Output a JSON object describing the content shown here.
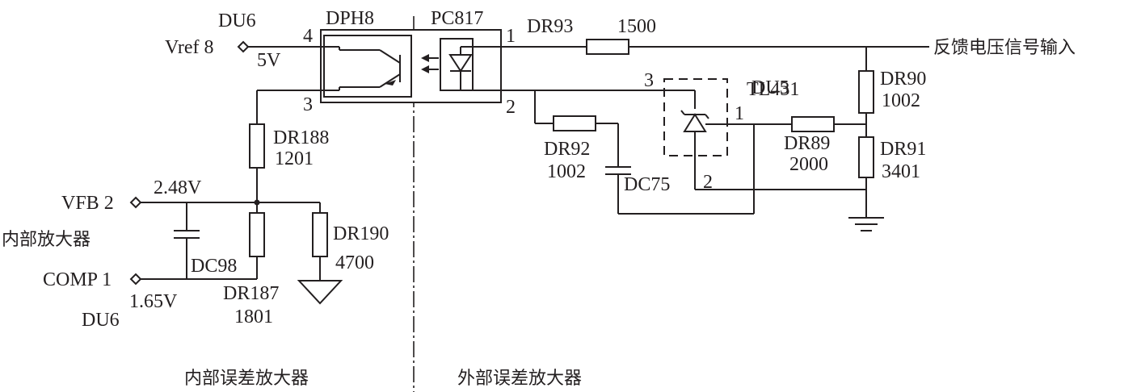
{
  "opto_left": {
    "name": "DPH8",
    "pin4": "4",
    "pin3": "3"
  },
  "opto_right": {
    "name": "PC817",
    "pin1": "1",
    "pin2": "2"
  },
  "tl431": {
    "ref": "DU5",
    "part": "TL431",
    "pin3": "3",
    "pin1": "1",
    "pin2": "2"
  },
  "du6_top": "DU6",
  "du6_bottom": "DU6",
  "vref": {
    "pin": "Vref  8",
    "voltage": "5V"
  },
  "vfb": {
    "pin": "VFB 2",
    "voltage": "2.48V"
  },
  "comp": {
    "pin": "COMP 1",
    "voltage": "1.65V"
  },
  "internal_amp": "内部放大器",
  "feedback_input": "反馈电压信号输入",
  "resistors": {
    "dr93": {
      "ref": "DR93",
      "value": "1500"
    },
    "dr90": {
      "ref": "DR90",
      "value": "1002"
    },
    "dr91": {
      "ref": "DR91",
      "value": "3401"
    },
    "dr89": {
      "ref": "DR89",
      "value": "2000"
    },
    "dr92": {
      "ref": "DR92",
      "value": "1002"
    },
    "dr188": {
      "ref": "DR188",
      "value": "1201"
    },
    "dr187": {
      "ref": "DR187",
      "value": "1801"
    },
    "dr190": {
      "ref": "DR190",
      "value": "4700"
    }
  },
  "capacitors": {
    "dc75": "DC75",
    "dc98": "DC98"
  },
  "sections": {
    "internal": "内部误差放大器",
    "external": "外部误差放大器"
  }
}
